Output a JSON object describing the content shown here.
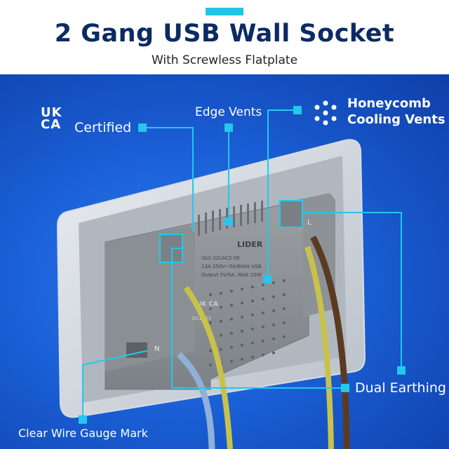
{
  "header": {
    "title": "2 Gang USB Wall Socket",
    "subtitle": "With Screwless Flatplate"
  },
  "callouts": {
    "certified": "Certified",
    "ukca_line1": "UK",
    "ukca_line2": "CA",
    "edge_vents": "Edge Vents",
    "honeycomb_line1": "Honeycomb",
    "honeycomb_line2": "Cooling Vents",
    "dual_earthing": "Dual Earthing",
    "wire_gauge": "Clear Wire Gauge Mark"
  },
  "product_markings": {
    "brand": "LIDER",
    "model": "ULU-22LAC2-50",
    "rating": "13A 250V~50/60Hz USB",
    "output": "Output 5V/5A, MAX 25W",
    "terminal_n": "N",
    "terminal_l": "L",
    "body_ukca": "UK CA",
    "body_bs": "BS1363"
  },
  "colors": {
    "accent": "#23c8ec",
    "title": "#0c2a63",
    "background": "#1a5fd6"
  }
}
